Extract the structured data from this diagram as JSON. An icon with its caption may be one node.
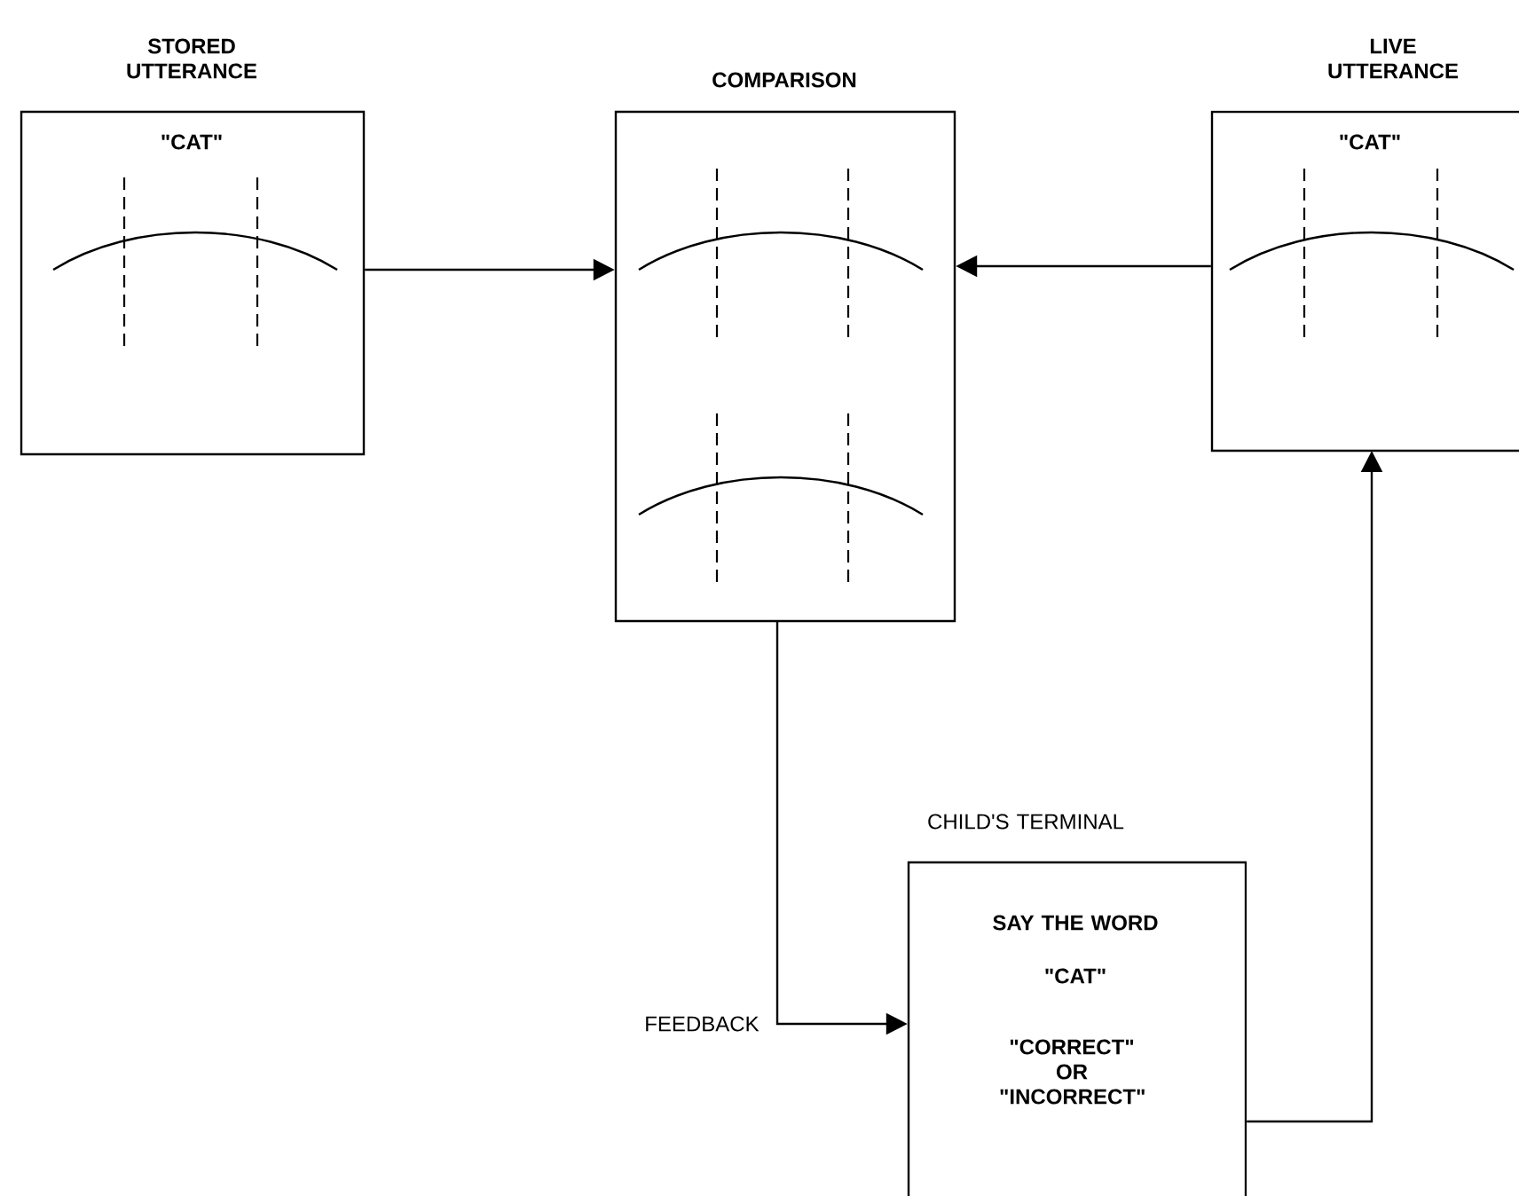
{
  "diagram": {
    "nodes": [
      {
        "text": [
          "STORED UTTERANCE",
          "\"CAT\""
        ]
      },
      {
        "text": [
          "COMPARISON"
        ]
      },
      {
        "text": [
          "LIVE UTTERANCE",
          "\"CAT\""
        ]
      },
      {
        "text": [
          "CHILD'S TERMINAL",
          "SAY THE WORD",
          "\"CAT\"",
          "\"CORRECT\" OR \"INCORRECT\""
        ]
      }
    ],
    "edges": [
      {
        "from": 0,
        "to": 1,
        "arrow": "to"
      },
      {
        "from": 2,
        "to": 1,
        "arrow": "to"
      },
      {
        "from": 1,
        "to": 3,
        "arrow": "to",
        "label": "FEEDBACK"
      },
      {
        "from": 3,
        "to": 2,
        "arrow": "to"
      }
    ]
  }
}
